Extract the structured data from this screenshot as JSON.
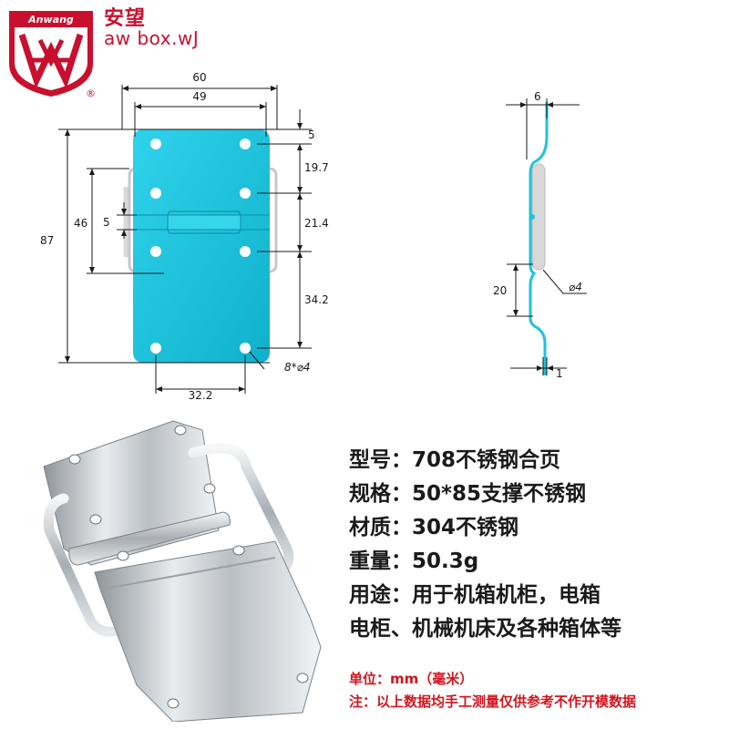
{
  "brand": {
    "logo_text": "Anwang",
    "name_cn": "安望",
    "name_en": "aw box.wJ",
    "registered_mark": "®",
    "colors": {
      "brand_red": "#c8102e",
      "plate_cyan": "#1ec3dc",
      "note_red": "#d2141e"
    }
  },
  "drawing": {
    "front_view": {
      "dims": {
        "overall_width": "60",
        "hole_span_top": "49",
        "top_offset": "5",
        "hole_gap_1": "19.7",
        "hole_gap_2": "21.4",
        "hole_gap_3": "34.2",
        "overall_height": "87",
        "handle_height": "46",
        "knuckle_gap": "5",
        "hole_span_bottom": "32.2",
        "holes": "8*⌀4"
      }
    },
    "side_view": {
      "dims": {
        "depth": "6",
        "step": "20",
        "rod_diameter": "⌀4",
        "thickness": "1"
      }
    }
  },
  "specs": [
    {
      "label": "型号：",
      "value": "708不锈钢合页"
    },
    {
      "label": "规格：",
      "value": "50*85支撑不锈钢"
    },
    {
      "label": "材质：",
      "value": "304不锈钢"
    },
    {
      "label": "重量：",
      "value": "50.3g"
    },
    {
      "label": "用途：",
      "value": "用于机箱机柜，电箱"
    },
    {
      "label": "",
      "value": "电柜、机械机床及各种箱体等"
    }
  ],
  "notes": [
    "单位：mm（毫米）",
    "注：以上数据均手工测量仅供参考不作开模数据"
  ]
}
